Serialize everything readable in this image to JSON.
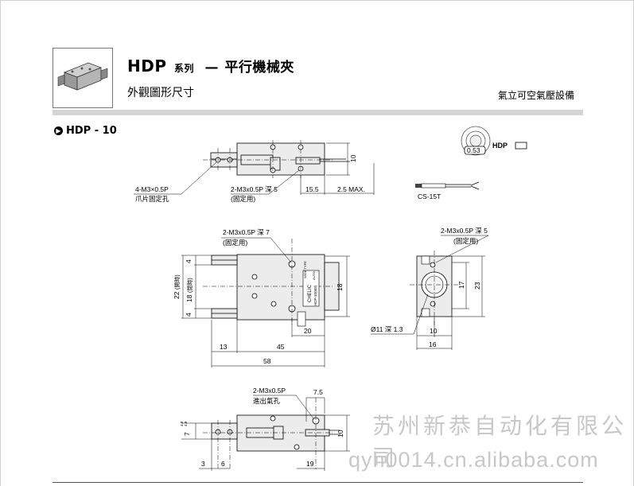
{
  "header": {
    "title": "HDP",
    "series": "系列",
    "dash": "—",
    "subtitle": "平行機械夾",
    "section": "外觀圖形尺寸",
    "brand": "氣立可空氣壓設備"
  },
  "model": {
    "label": "HDP - 10"
  },
  "switch": {
    "hdp_label": "HDP",
    "sensor_label": "CS-15T",
    "badge": "0.53"
  },
  "top_view": {
    "callout_left": "4-M3×0.5P",
    "callout_left_sub": "爪片固定孔",
    "callout_mid": "2-M3x0.5P 深 5",
    "callout_mid_sub": "(固定用)",
    "dim_15_5": "15.5",
    "dim_2_5max": "2.5 MAX.",
    "dim_10": "10"
  },
  "front_view": {
    "callout": "2-M3x0.5P 深 7",
    "callout_sub": "(固定用)",
    "dim_4a": "4",
    "dim_22": "22",
    "dim_22_note": "(開時)",
    "dim_18_left": "18",
    "dim_18_note": "(閉時)",
    "dim_4b": "4",
    "dim_18_right": "18",
    "dim_20": "20",
    "dim_13": "13",
    "dim_45": "45",
    "dim_58": "58",
    "label_brand": "CHELIC",
    "label_model": "HDP-10(M3)",
    "label_note": "WIDE TYPE",
    "label_id": "AUTO"
  },
  "side_view": {
    "callout": "2-M3x0.5P 深 5",
    "callout_sub": "(固定用)",
    "dim_17": "17",
    "dim_23": "23",
    "dim_phi": "Ø11 深 1.3",
    "dim_10": "10",
    "dim_16": "16"
  },
  "bottom_view": {
    "callout": "2-M3x0.5P",
    "callout_sub": "進出氣孔",
    "dim_7_5": "7.5",
    "dim_7": "7",
    "dim_stroke": "4.8",
    "dim_stroke2": "4.8",
    "dim_10": "10",
    "dim_3": "3",
    "dim_6": "6",
    "dim_19": "19"
  },
  "watermark": {
    "line1": "苏州新恭自动化有限公司",
    "line2": "qyh0014.cn.alibaba.com"
  }
}
